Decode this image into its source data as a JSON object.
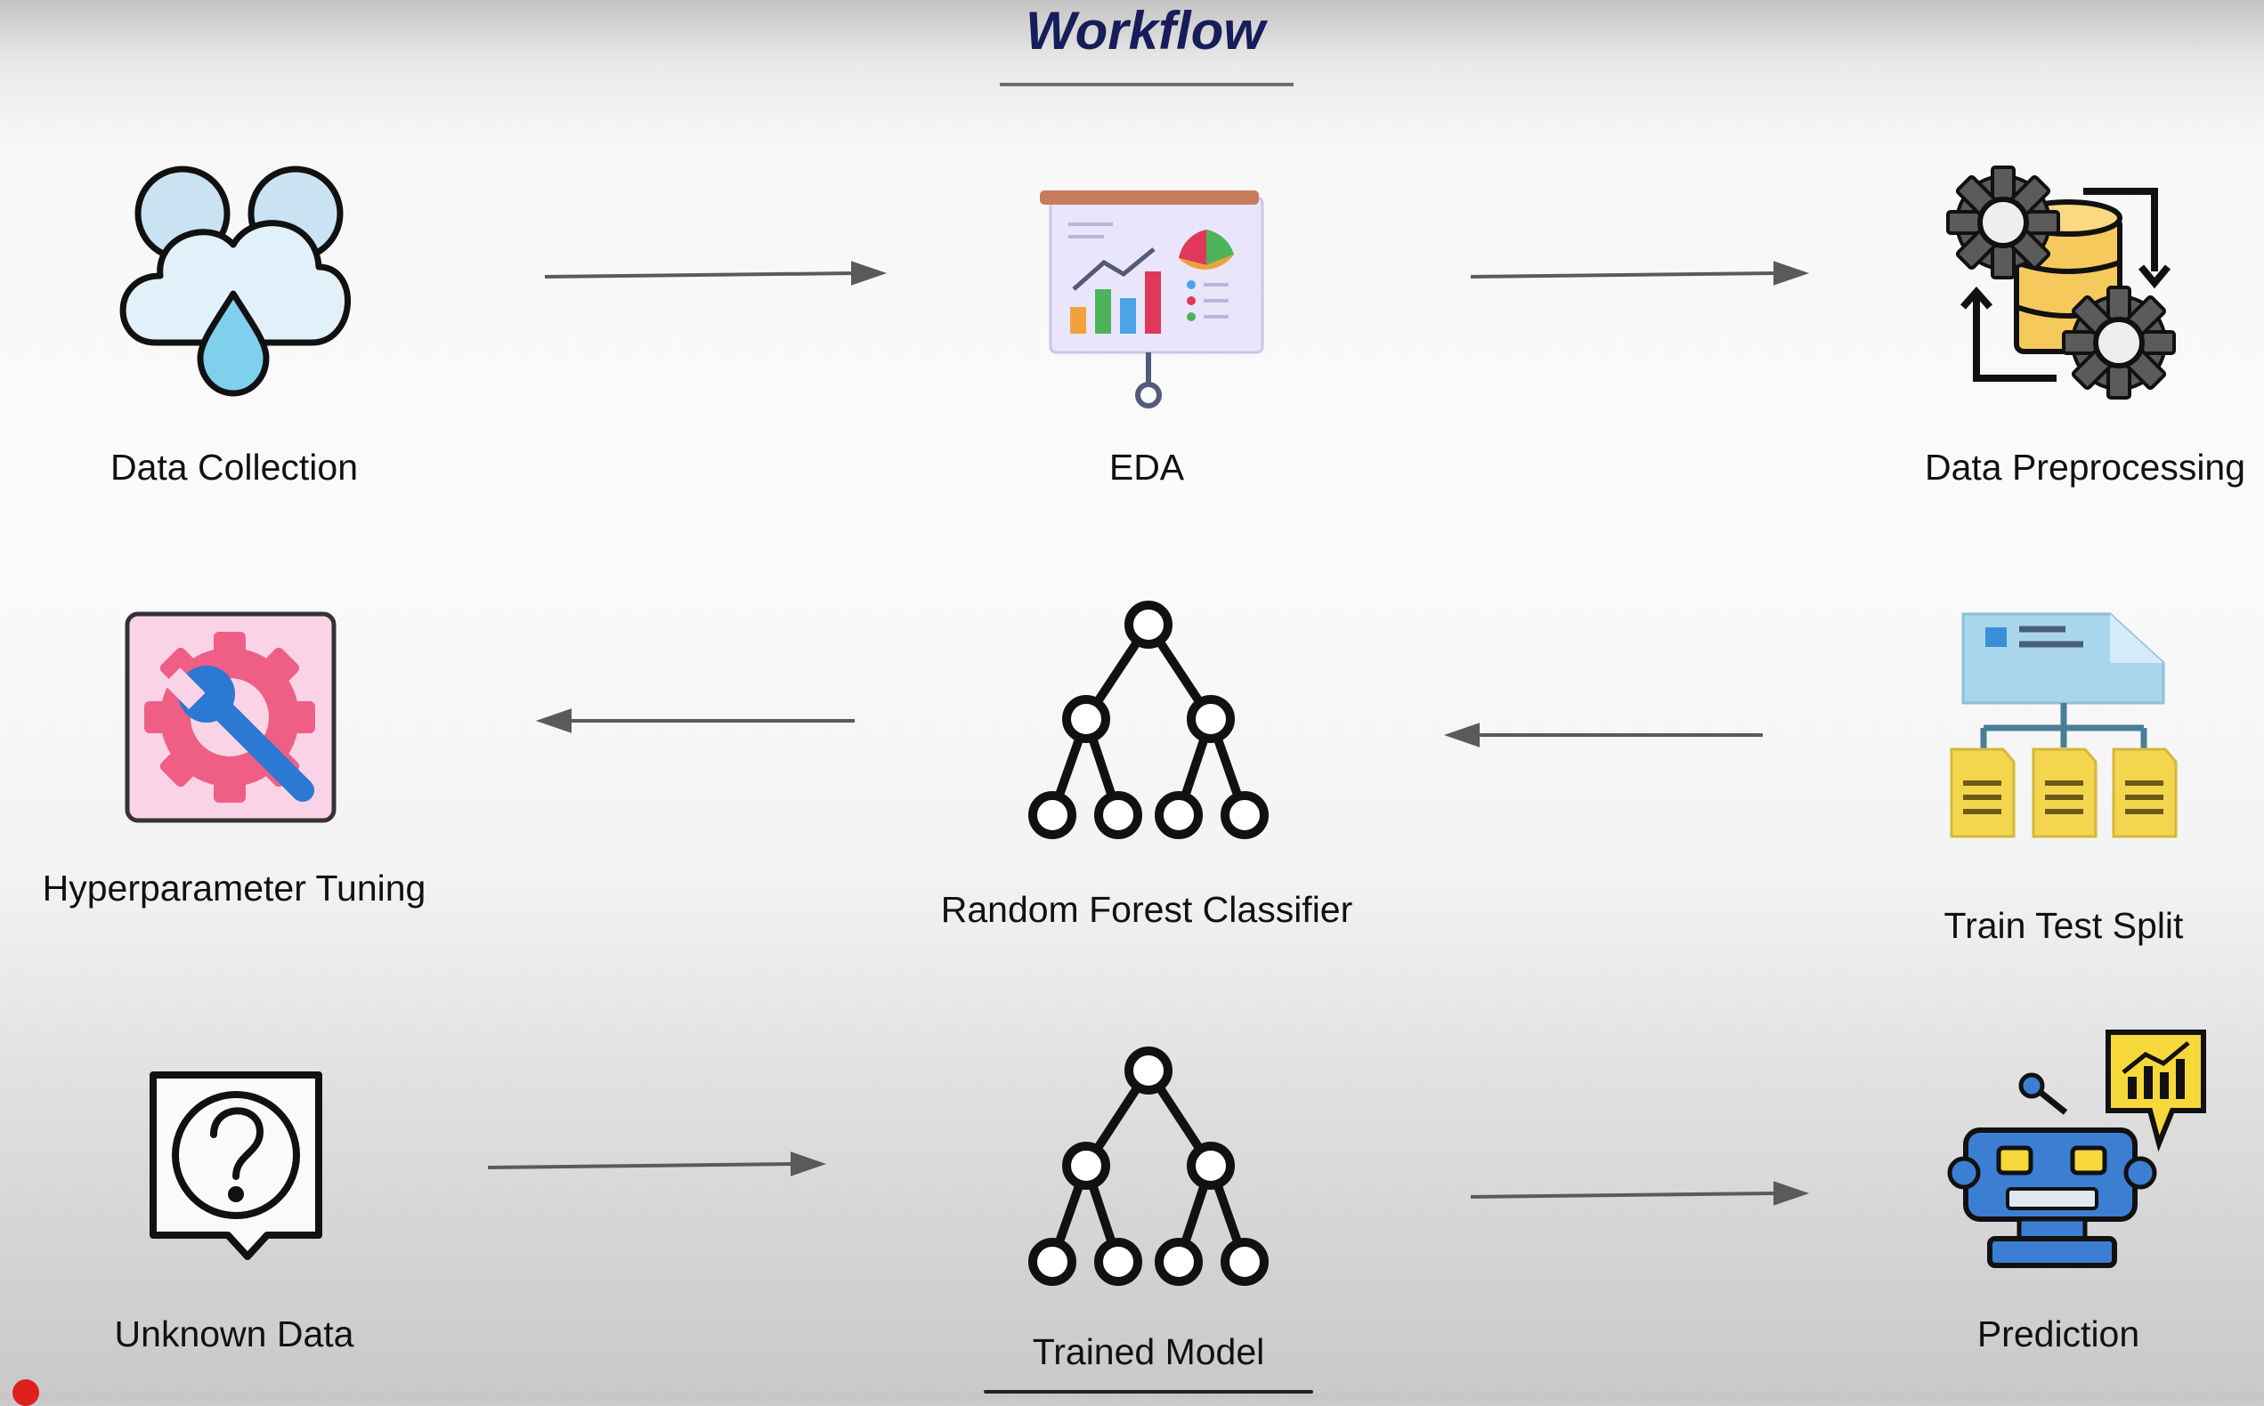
{
  "title": "Workflow",
  "steps": [
    {
      "id": "data-collection",
      "label": "Data Collection",
      "icon": "cloud-raindrop-icon"
    },
    {
      "id": "eda",
      "label": "EDA",
      "icon": "presentation-chart-icon"
    },
    {
      "id": "data-preprocessing",
      "label": "Data Preprocessing",
      "icon": "database-gears-icon"
    },
    {
      "id": "train-test-split",
      "label": "Train Test Split",
      "icon": "document-split-icon"
    },
    {
      "id": "random-forest",
      "label": "Random Forest Classifier",
      "icon": "tree-hierarchy-icon"
    },
    {
      "id": "hyperparameter-tuning",
      "label": "Hyperparameter Tuning",
      "icon": "gear-wrench-icon"
    },
    {
      "id": "unknown-data",
      "label": "Unknown Data",
      "icon": "question-bubble-icon"
    },
    {
      "id": "trained-model",
      "label": "Trained Model",
      "icon": "tree-hierarchy-icon"
    },
    {
      "id": "prediction",
      "label": "Prediction",
      "icon": "robot-chart-icon"
    }
  ],
  "arrows": [
    {
      "from": "data-collection",
      "to": "eda"
    },
    {
      "from": "eda",
      "to": "data-preprocessing"
    },
    {
      "from": "train-test-split",
      "to": "random-forest"
    },
    {
      "from": "random-forest",
      "to": "hyperparameter-tuning"
    },
    {
      "from": "unknown-data",
      "to": "trained-model"
    },
    {
      "from": "trained-model",
      "to": "prediction"
    }
  ],
  "colors": {
    "title": "#161d5a",
    "arrow": "#5a5a5a",
    "cloud": "#c9e3f3",
    "drop": "#7fd0ec",
    "gear": "#5b5b5b",
    "database": "#f6c95c",
    "tuning_bg": "#fbd3e6",
    "tuning_gear": "#ef5f85",
    "wrench": "#2b79d2",
    "file": "#f3d64e",
    "doc": "#a9d6ec",
    "robot": "#3c7fd2",
    "chart_bubble": "#f6d83b"
  }
}
